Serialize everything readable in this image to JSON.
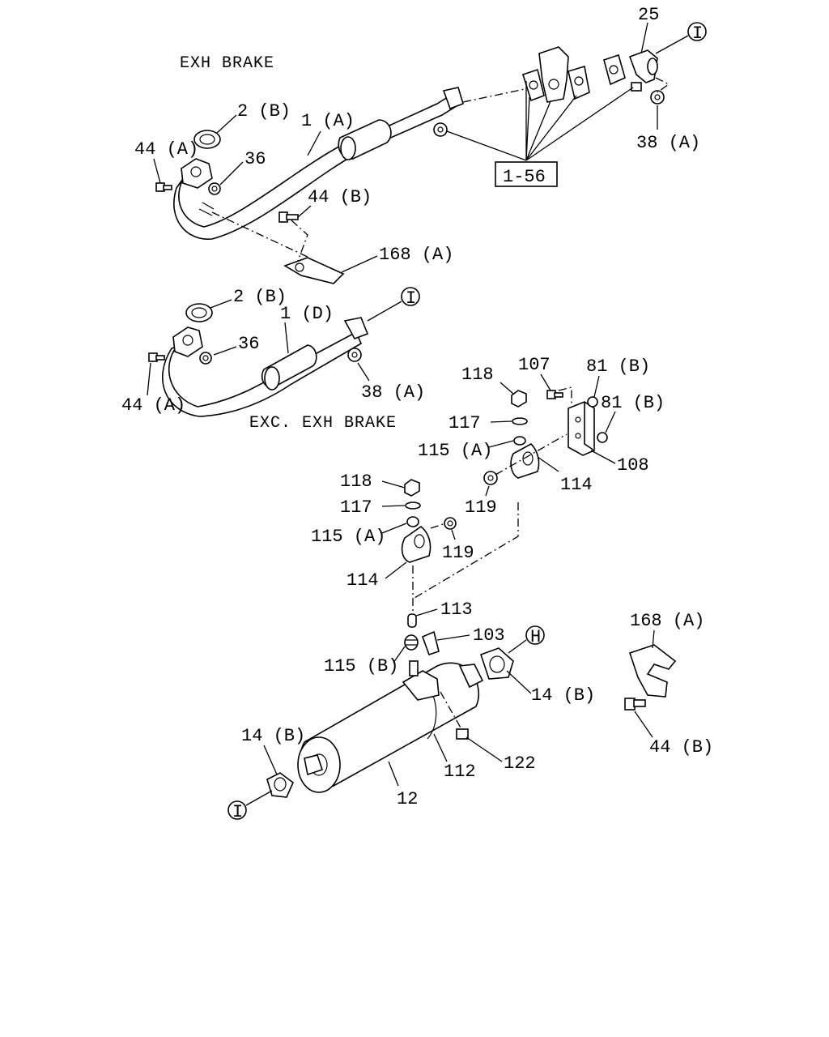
{
  "headings": {
    "exh_brake": "EXH BRAKE",
    "exc_exh_brake": "EXC. EXH BRAKE"
  },
  "callouts": {
    "c25": "25",
    "c2b_top": "2 (B)",
    "c1a": "1 (A)",
    "c44a_top": "44 (A)",
    "c36_top": "36",
    "c44b_top": "44 (B)",
    "c168a_top": "168 (A)",
    "c38a_top": "38 (A)",
    "c2b_mid": "2 (B)",
    "c1d": "1 (D)",
    "c36_mid": "36",
    "c44a_mid": "44 (A)",
    "c38a_mid": "38 (A)",
    "c118_r": "118",
    "c107": "107",
    "c81b_1": "81 (B)",
    "c81b_2": "81 (B)",
    "c117_r": "117",
    "c115a_r": "115 (A)",
    "c108": "108",
    "c114_r": "114",
    "c119_r": "119",
    "c118_l": "118",
    "c117_l": "117",
    "c115a_l": "115 (A)",
    "c119_l": "119",
    "c114_l": "114",
    "c113": "113",
    "c103": "103",
    "c115b": "115 (B)",
    "c14b_r": "14 (B)",
    "c14b_l": "14 (B)",
    "c122": "122",
    "c112": "112",
    "c12": "12",
    "c168a_side": "168 (A)",
    "c44b_side": "44 (B)"
  },
  "reference_box": "1-56",
  "connectors": {
    "i_top": "I",
    "i_mid": "I",
    "i_bottom": "I",
    "h": "H"
  }
}
